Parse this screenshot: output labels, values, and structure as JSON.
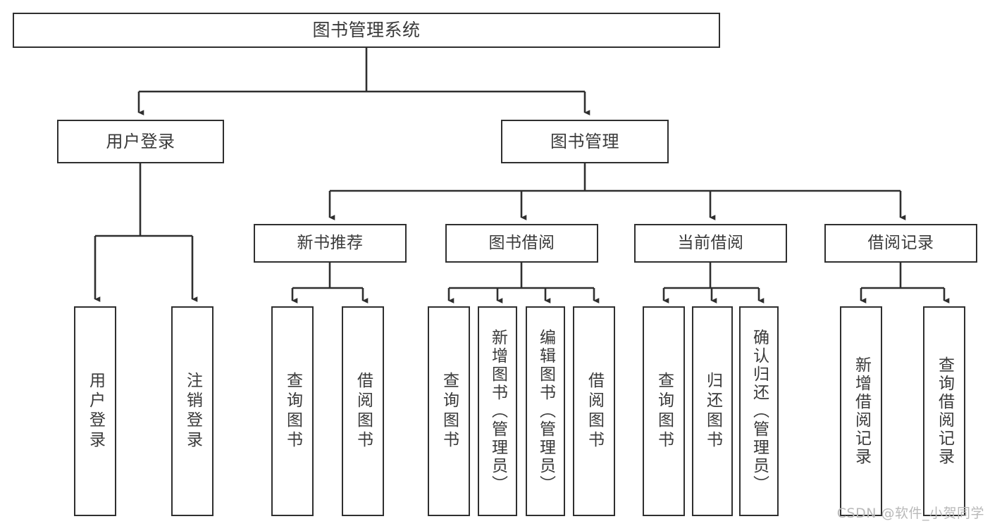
{
  "diagram": {
    "title": "图书管理系统",
    "type": "tree-structure-chart",
    "watermark": "CSDN @软件_小贺同学",
    "colors": {
      "box_border": "#2f2f2f",
      "box_fill": "#ffffff",
      "edge": "#2f2f2f",
      "text": "#3a3a3a",
      "watermark": "#b9b9b9",
      "background": "#ffffff"
    },
    "root": {
      "label": "图书管理系统"
    },
    "level2": [
      {
        "id": "user-login",
        "label": "用户登录"
      },
      {
        "id": "book-management",
        "label": "图书管理"
      }
    ],
    "level3": [
      {
        "id": "new-book-recommend",
        "label": "新书推荐"
      },
      {
        "id": "book-borrow",
        "label": "图书借阅"
      },
      {
        "id": "current-borrow",
        "label": "当前借阅"
      },
      {
        "id": "borrow-record",
        "label": "借阅记录"
      }
    ],
    "leaves": {
      "user_login": [
        {
          "id": "leaf-user-login",
          "label": "用户登录"
        },
        {
          "id": "leaf-logout-login",
          "label": "注销登录"
        }
      ],
      "new_book_recommend": [
        {
          "id": "leaf-query-book-1",
          "label": "查询图书"
        },
        {
          "id": "leaf-borrow-book-1",
          "label": "借阅图书"
        }
      ],
      "book_borrow": [
        {
          "id": "leaf-query-book-2",
          "label": "查询图书"
        },
        {
          "id": "leaf-add-book",
          "label": "新增图书（管理员）"
        },
        {
          "id": "leaf-edit-book",
          "label": "编辑图书（管理员）"
        },
        {
          "id": "leaf-borrow-book-2",
          "label": "借阅图书"
        }
      ],
      "current_borrow": [
        {
          "id": "leaf-query-book-3",
          "label": "查询图书"
        },
        {
          "id": "leaf-return-book",
          "label": "归还图书"
        },
        {
          "id": "leaf-confirm-return",
          "label": "确认归还（管理员）"
        }
      ],
      "borrow_record": [
        {
          "id": "leaf-add-record",
          "label": "新增借阅记录"
        },
        {
          "id": "leaf-query-record",
          "label": "查询借阅记录"
        }
      ]
    }
  }
}
